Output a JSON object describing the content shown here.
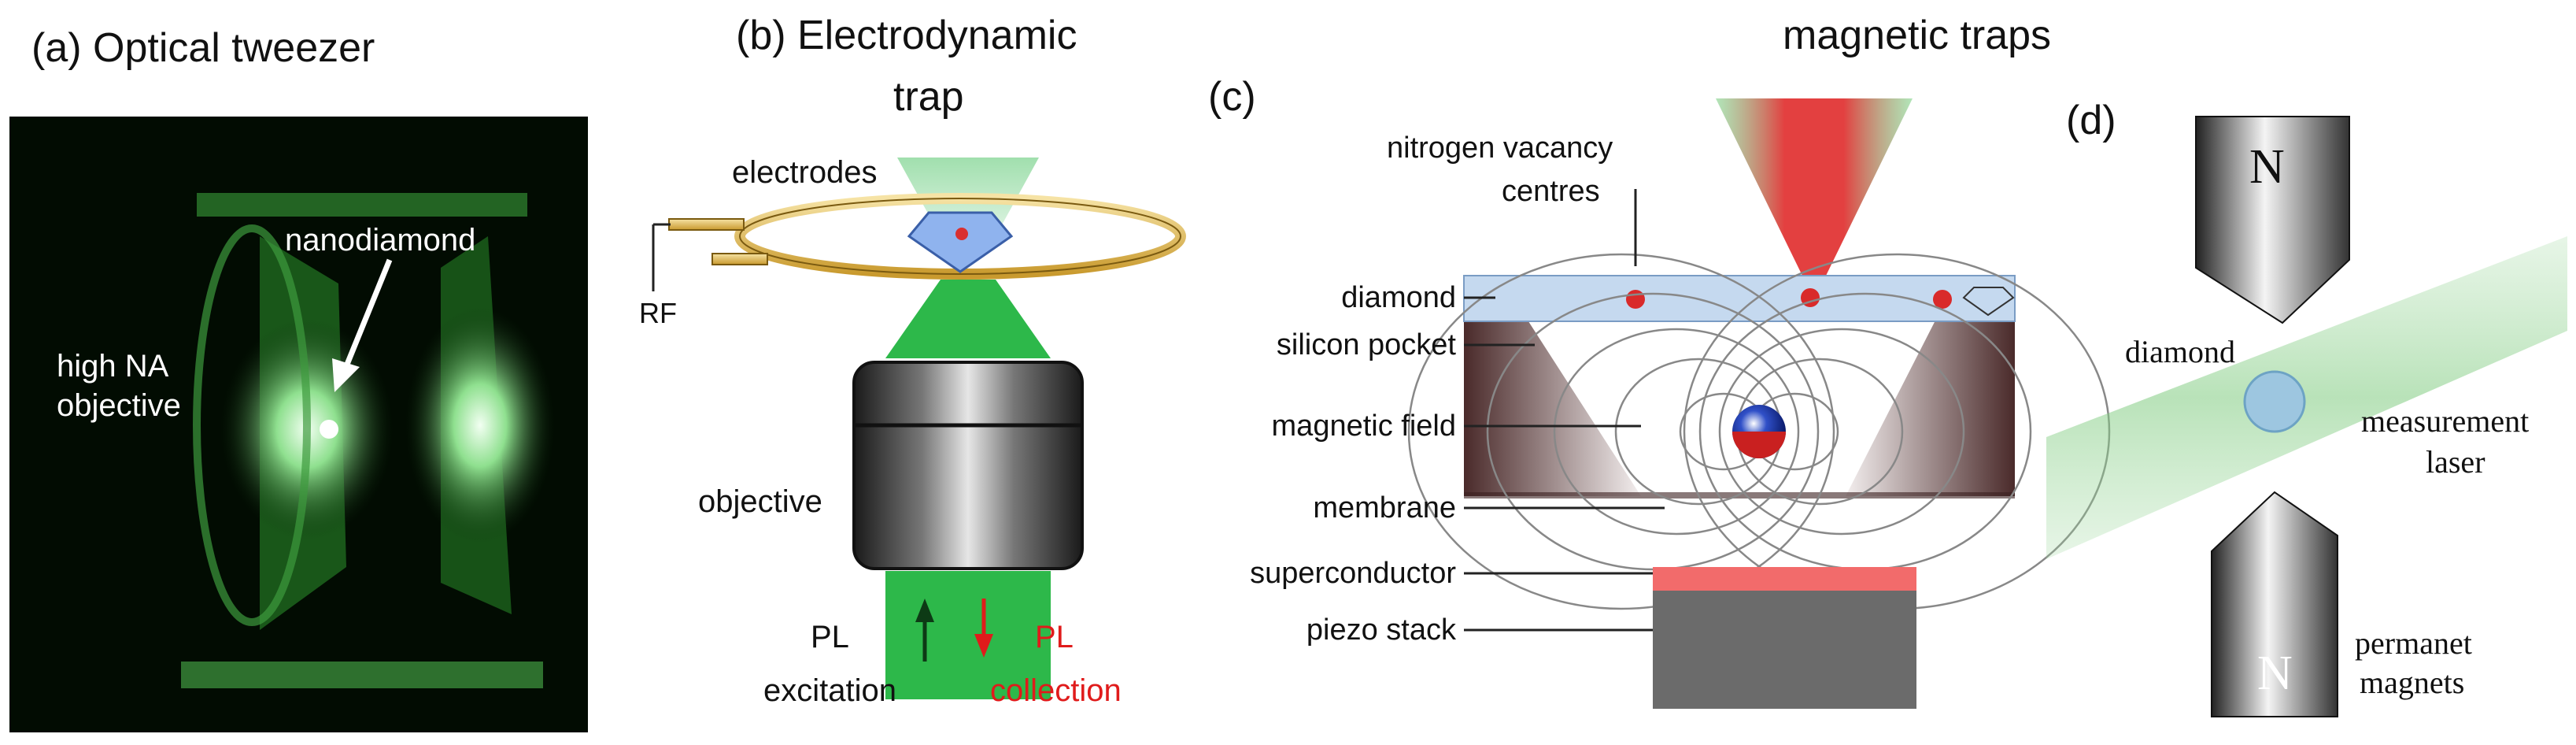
{
  "panel_a": {
    "title": "(a) Optical tweezer",
    "label_nanodiamond": "nanodiamond",
    "label_objective_line1": "high NA",
    "label_objective_line2": "objective"
  },
  "panel_b": {
    "title_line1": "(b) Electrodynamic",
    "title_line2": "trap",
    "label_electrodes": "electrodes",
    "label_rf": "RF",
    "label_objective": "objective",
    "label_pl_excitation_line1": "PL",
    "label_pl_excitation_line2": "excitation",
    "label_pl_collection_line1": "PL",
    "label_pl_collection_line2": "collection",
    "collection_color": "#e01b1b",
    "beam_color": "#2db84a"
  },
  "magnetic_header": "magnetic traps",
  "panel_c": {
    "title": "(c)",
    "label_nv_line1": "nitrogen vacancy",
    "label_nv_line2": "centres",
    "label_diamond": "diamond",
    "label_silicon_pocket": "silicon pocket",
    "label_magnetic_field": "magnetic field",
    "label_membrane": "membrane",
    "label_superconductor": "superconductor",
    "label_piezo_stack": "piezo stack",
    "superconductor_color": "#f26b6b",
    "piezo_color": "#6b6b6b",
    "diamond_layer_color": "#c5d9ef"
  },
  "panel_d": {
    "title": "(d)",
    "magnet_top_letter": "N",
    "magnet_bottom_letter": "N",
    "label_diamond": "diamond",
    "label_measurement_line1": "measurement",
    "label_measurement_line2": "laser",
    "label_magnets_line1": "permanet",
    "label_magnets_line2": "magnets"
  }
}
